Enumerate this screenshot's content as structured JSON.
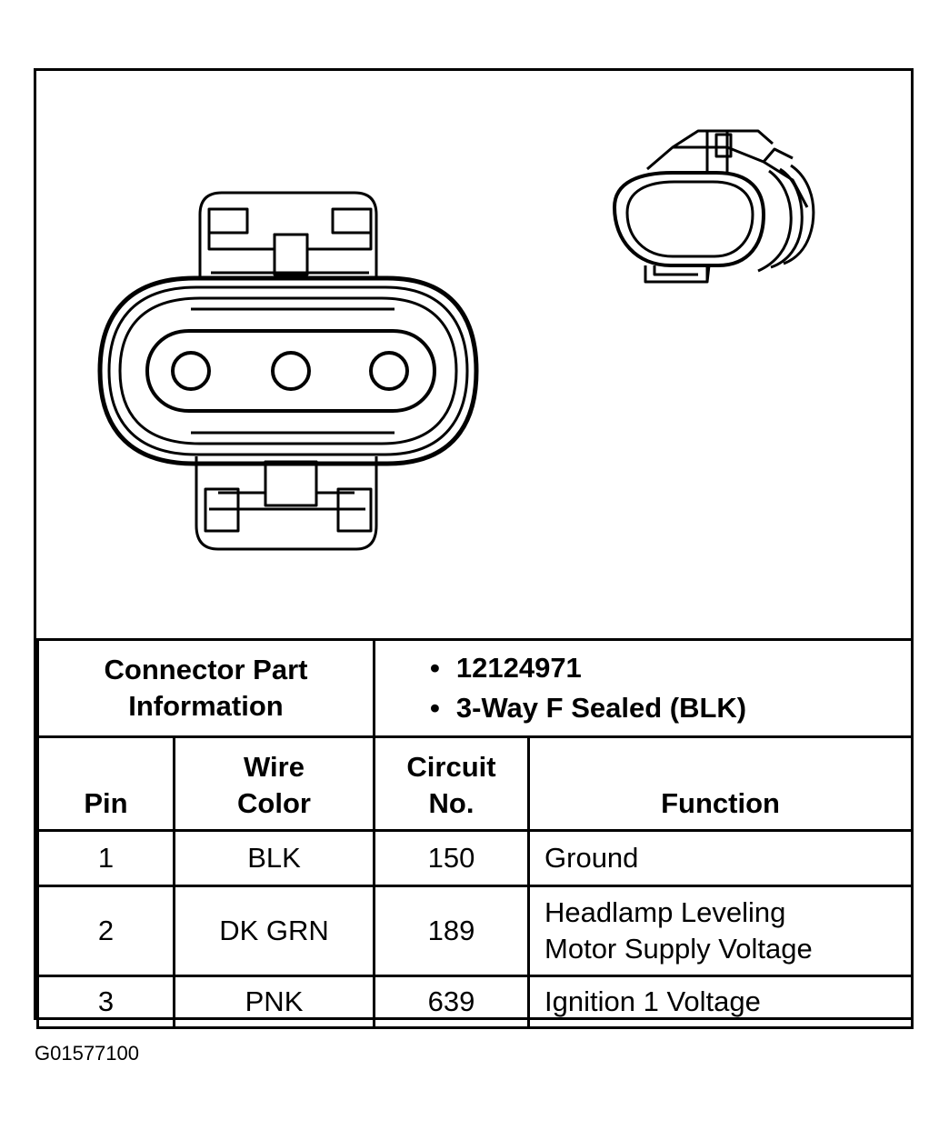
{
  "connector_info": {
    "label_line1": "Connector Part",
    "label_line2": "Information",
    "bullets": [
      "12124971",
      "3-Way F Sealed (BLK)"
    ]
  },
  "table": {
    "headers": {
      "pin": "Pin",
      "wire_color_line1": "Wire",
      "wire_color_line2": "Color",
      "circuit_line1": "Circuit",
      "circuit_line2": "No.",
      "function": "Function"
    },
    "rows": [
      {
        "pin": "1",
        "wire_color": "BLK",
        "circuit": "150",
        "function_line1": "Ground",
        "function_line2": ""
      },
      {
        "pin": "2",
        "wire_color": "DK GRN",
        "circuit": "189",
        "function_line1": "Headlamp Leveling",
        "function_line2": "Motor Supply Voltage"
      },
      {
        "pin": "3",
        "wire_color": "PNK",
        "circuit": "639",
        "function_line1": "Ignition 1 Voltage",
        "function_line2": ""
      }
    ]
  },
  "figure_id": "G01577100"
}
